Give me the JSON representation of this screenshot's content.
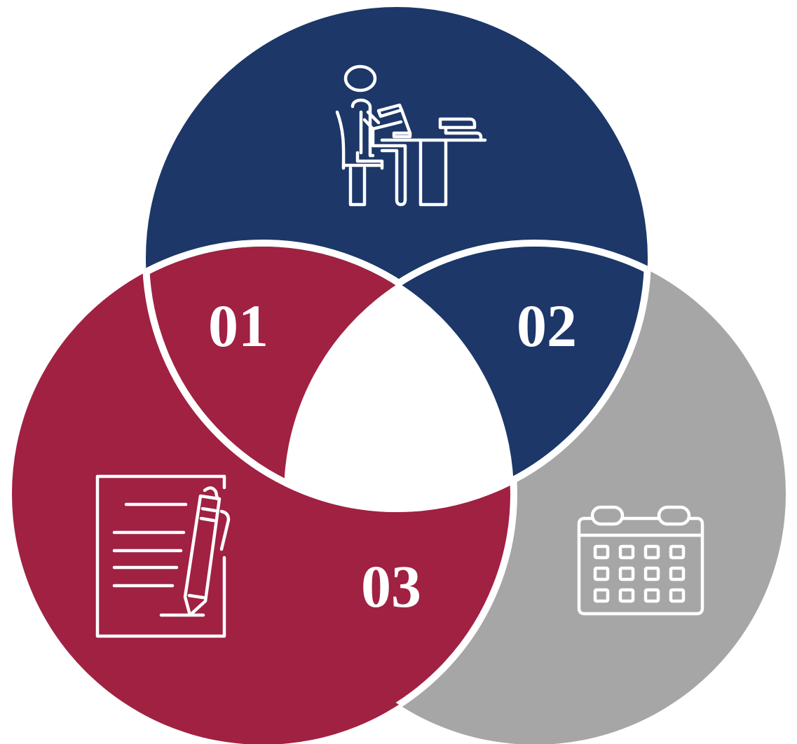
{
  "diagram": {
    "type": "venn-3",
    "colors": {
      "segment_01": "#a02142",
      "segment_02": "#1c3768",
      "segment_03": "#a6a6a6",
      "center": "#ffffff",
      "outline": "#ffffff"
    },
    "labels": {
      "segment_01": "01",
      "segment_02": "02",
      "segment_03": "03"
    },
    "icons": {
      "segment_01": "document-with-pencil-icon",
      "segment_02": "person-at-desk-icon",
      "segment_03": "calendar-icon"
    }
  }
}
